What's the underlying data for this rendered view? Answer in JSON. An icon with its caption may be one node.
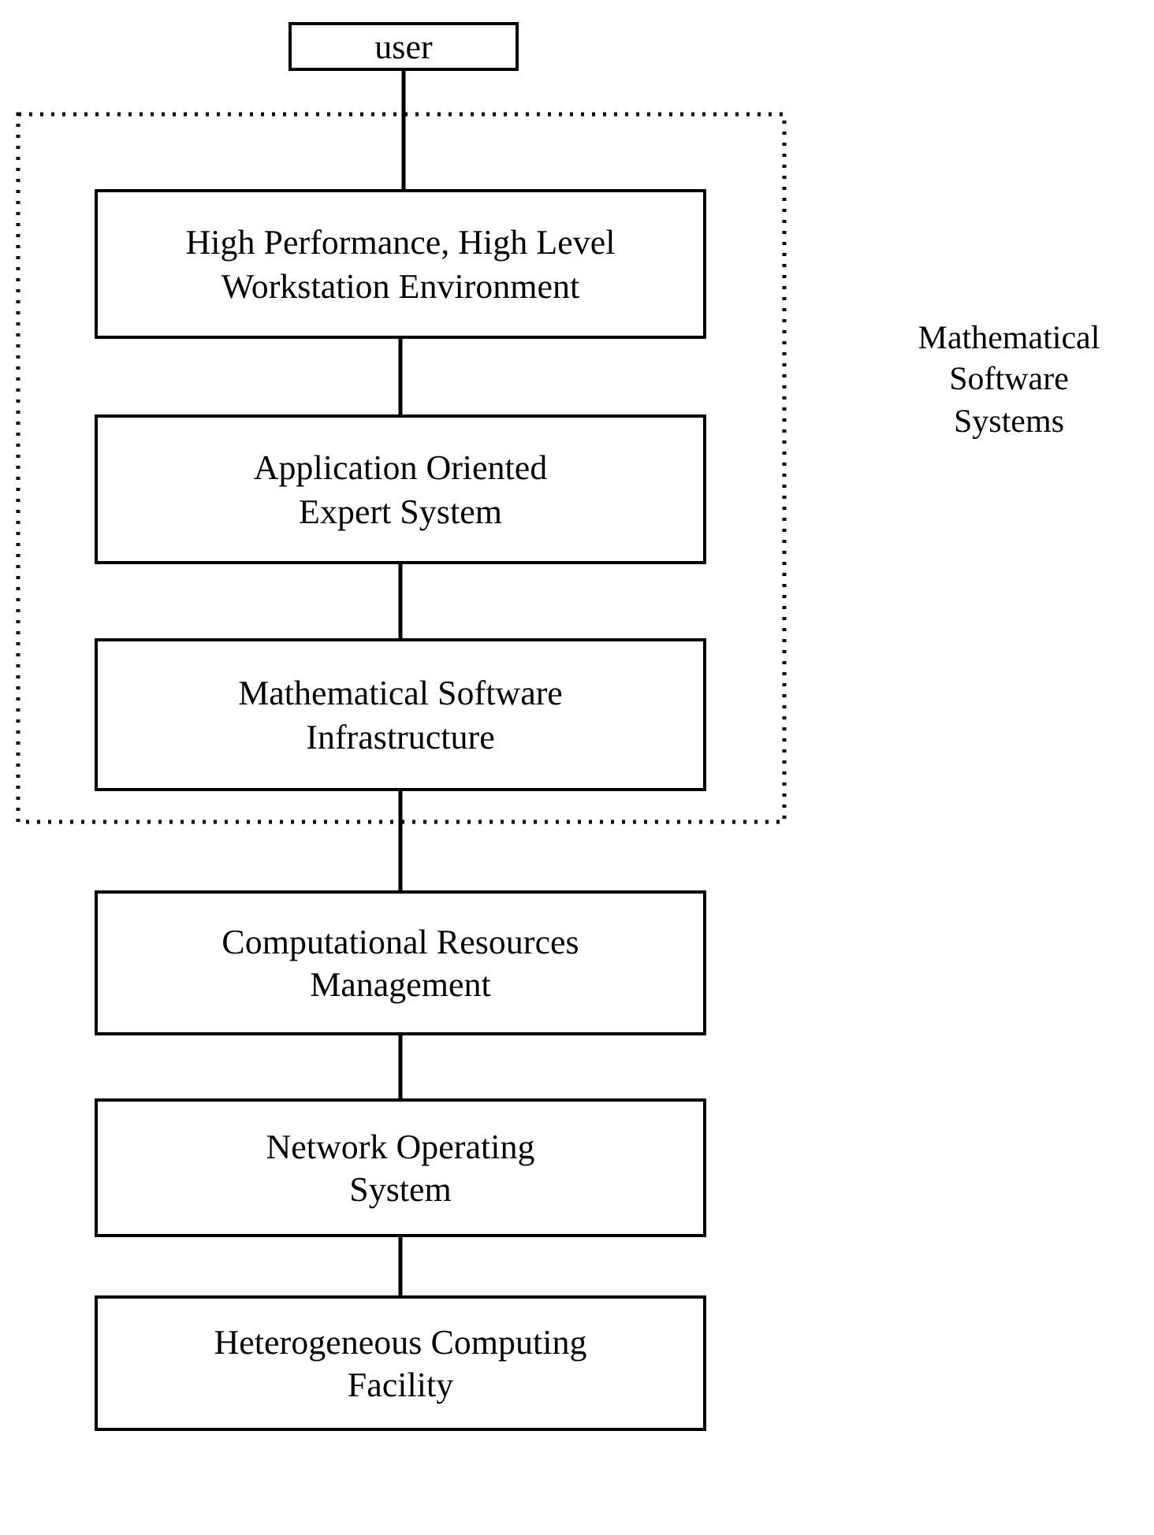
{
  "diagram": {
    "nodes": [
      {
        "text": [
          "user"
        ]
      },
      {
        "text": [
          "Mathematical Software Systems"
        ]
      },
      {
        "text": [
          "High Performance, High Level Workstation Environment"
        ],
        "in": 1
      },
      {
        "text": [
          "Application Oriented Expert System"
        ],
        "in": 1
      },
      {
        "text": [
          "Mathematical Software Infrastructure"
        ],
        "in": 1
      },
      {
        "text": [
          "Computational Resources Management"
        ]
      },
      {
        "text": [
          "Network Operating System"
        ]
      },
      {
        "text": [
          "Heterogeneous Computing Facility"
        ]
      }
    ],
    "edges": [
      {
        "from": 0,
        "to": 2,
        "arrow": "none"
      },
      {
        "from": 2,
        "to": 3,
        "arrow": "none"
      },
      {
        "from": 3,
        "to": 4,
        "arrow": "none"
      },
      {
        "from": 4,
        "to": 5,
        "arrow": "none"
      },
      {
        "from": 5,
        "to": 6,
        "arrow": "none"
      },
      {
        "from": 6,
        "to": 7,
        "arrow": "none"
      }
    ]
  }
}
